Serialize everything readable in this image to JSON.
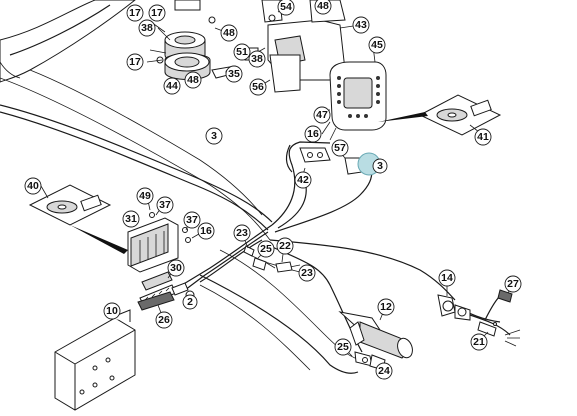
{
  "diagram": {
    "callouts": [
      {
        "id": "c17a",
        "label": "17"
      },
      {
        "id": "c17b",
        "label": "17"
      },
      {
        "id": "c54",
        "label": "54"
      },
      {
        "id": "c48a",
        "label": "48"
      },
      {
        "id": "c43",
        "label": "43"
      },
      {
        "id": "c38a",
        "label": "38"
      },
      {
        "id": "c48b",
        "label": "48"
      },
      {
        "id": "c51",
        "label": "51"
      },
      {
        "id": "c45",
        "label": "45"
      },
      {
        "id": "c17c",
        "label": "17"
      },
      {
        "id": "c38b",
        "label": "38"
      },
      {
        "id": "c35",
        "label": "35"
      },
      {
        "id": "c44",
        "label": "44"
      },
      {
        "id": "c48c",
        "label": "48"
      },
      {
        "id": "c56",
        "label": "56"
      },
      {
        "id": "c3a",
        "label": "3"
      },
      {
        "id": "c47",
        "label": "47"
      },
      {
        "id": "c41",
        "label": "41"
      },
      {
        "id": "c16a",
        "label": "16"
      },
      {
        "id": "c57",
        "label": "57"
      },
      {
        "id": "c3b",
        "label": "3"
      },
      {
        "id": "c42",
        "label": "42"
      },
      {
        "id": "c40",
        "label": "40"
      },
      {
        "id": "c49",
        "label": "49"
      },
      {
        "id": "c37a",
        "label": "37"
      },
      {
        "id": "c31",
        "label": "31"
      },
      {
        "id": "c37b",
        "label": "37"
      },
      {
        "id": "c16b",
        "label": "16"
      },
      {
        "id": "c23a",
        "label": "23"
      },
      {
        "id": "c25a",
        "label": "25"
      },
      {
        "id": "c22",
        "label": "22"
      },
      {
        "id": "c30",
        "label": "30"
      },
      {
        "id": "c23b",
        "label": "23"
      },
      {
        "id": "c14",
        "label": "14"
      },
      {
        "id": "c27",
        "label": "27"
      },
      {
        "id": "c2",
        "label": "2"
      },
      {
        "id": "c10",
        "label": "10"
      },
      {
        "id": "c26",
        "label": "26"
      },
      {
        "id": "c12",
        "label": "12"
      },
      {
        "id": "c21",
        "label": "21"
      },
      {
        "id": "c25b",
        "label": "25"
      },
      {
        "id": "c24",
        "label": "24"
      }
    ]
  }
}
